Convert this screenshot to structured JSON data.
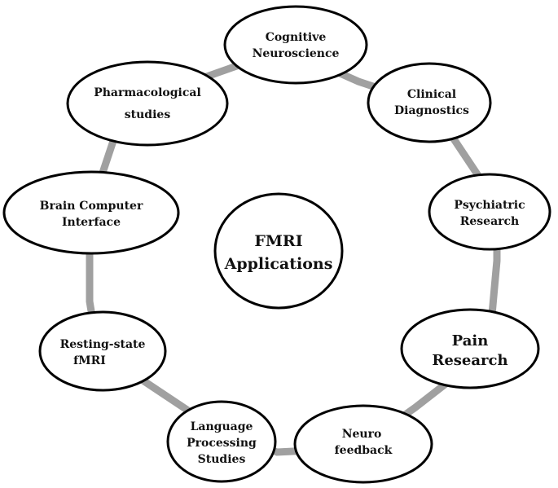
{
  "diagram": {
    "center": {
      "line1": "FMRI",
      "line2": "Applications"
    },
    "nodes": [
      {
        "id": "cognitive-neuroscience",
        "lines": [
          "Cognitive",
          "Neuroscience"
        ]
      },
      {
        "id": "clinical-diagnostics",
        "lines": [
          "Clinical",
          "Diagnostics"
        ]
      },
      {
        "id": "psychiatric-research",
        "lines": [
          "Psychiatric",
          "Research"
        ]
      },
      {
        "id": "pain-research",
        "lines": [
          "Pain",
          "Research"
        ]
      },
      {
        "id": "neuro-feedback",
        "lines": [
          "Neuro",
          "feedback"
        ]
      },
      {
        "id": "language-processing-studies",
        "lines": [
          "Language",
          "Processing",
          "Studies"
        ]
      },
      {
        "id": "resting-state-fmri",
        "lines": [
          "Resting-state",
          "fMRI"
        ]
      },
      {
        "id": "brain-computer-interface",
        "lines": [
          "Brain Computer",
          "Interface"
        ]
      },
      {
        "id": "pharmacological-studies",
        "lines": [
          "Pharmacological",
          "studies"
        ]
      }
    ],
    "colors": {
      "ring": "#a0a0a0",
      "stroke": "#000000",
      "fill": "#ffffff",
      "text": "#111111"
    }
  }
}
